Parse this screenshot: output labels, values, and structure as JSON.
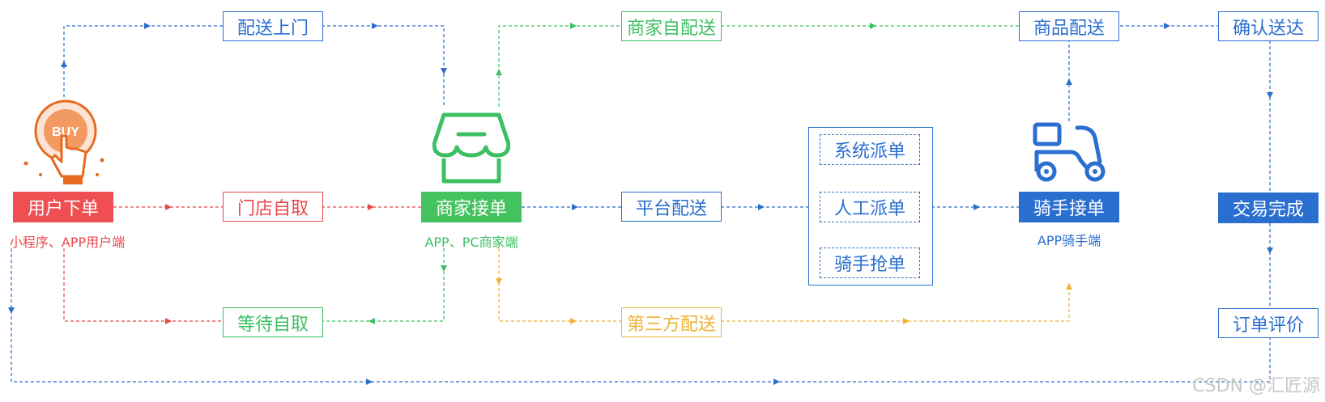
{
  "nodes": {
    "buy": {
      "label": "用户下单",
      "sub": "小程序、APP用户端",
      "icon_text": "BUY"
    },
    "door": {
      "label": "配送上门"
    },
    "store_pickup": {
      "label": "门店自取"
    },
    "wait_pickup": {
      "label": "等待自取"
    },
    "merchant": {
      "label": "商家接单",
      "sub": "APP、PC商家端"
    },
    "self_delivery": {
      "label": "商家自配送"
    },
    "platform": {
      "label": "平台配送"
    },
    "third_party": {
      "label": "第三方配送"
    },
    "dispatch_system": {
      "label": "系统派单"
    },
    "dispatch_manual": {
      "label": "人工派单"
    },
    "dispatch_grab": {
      "label": "骑手抢单"
    },
    "rider": {
      "label": "骑手接单",
      "sub": "APP骑手端"
    },
    "goods_delivery": {
      "label": "商品配送"
    },
    "confirm": {
      "label": "确认送达"
    },
    "complete": {
      "label": "交易完成"
    },
    "review": {
      "label": "订单评价"
    }
  },
  "watermark": "CSDN @汇匠源",
  "colors": {
    "blue": "#2a6fd0",
    "green": "#3dbf63",
    "red": "#e8484d",
    "orange": "#f0b234"
  },
  "icons": {
    "buy": "buy-hand-icon",
    "merchant": "storefront-icon",
    "rider": "scooter-icon"
  }
}
